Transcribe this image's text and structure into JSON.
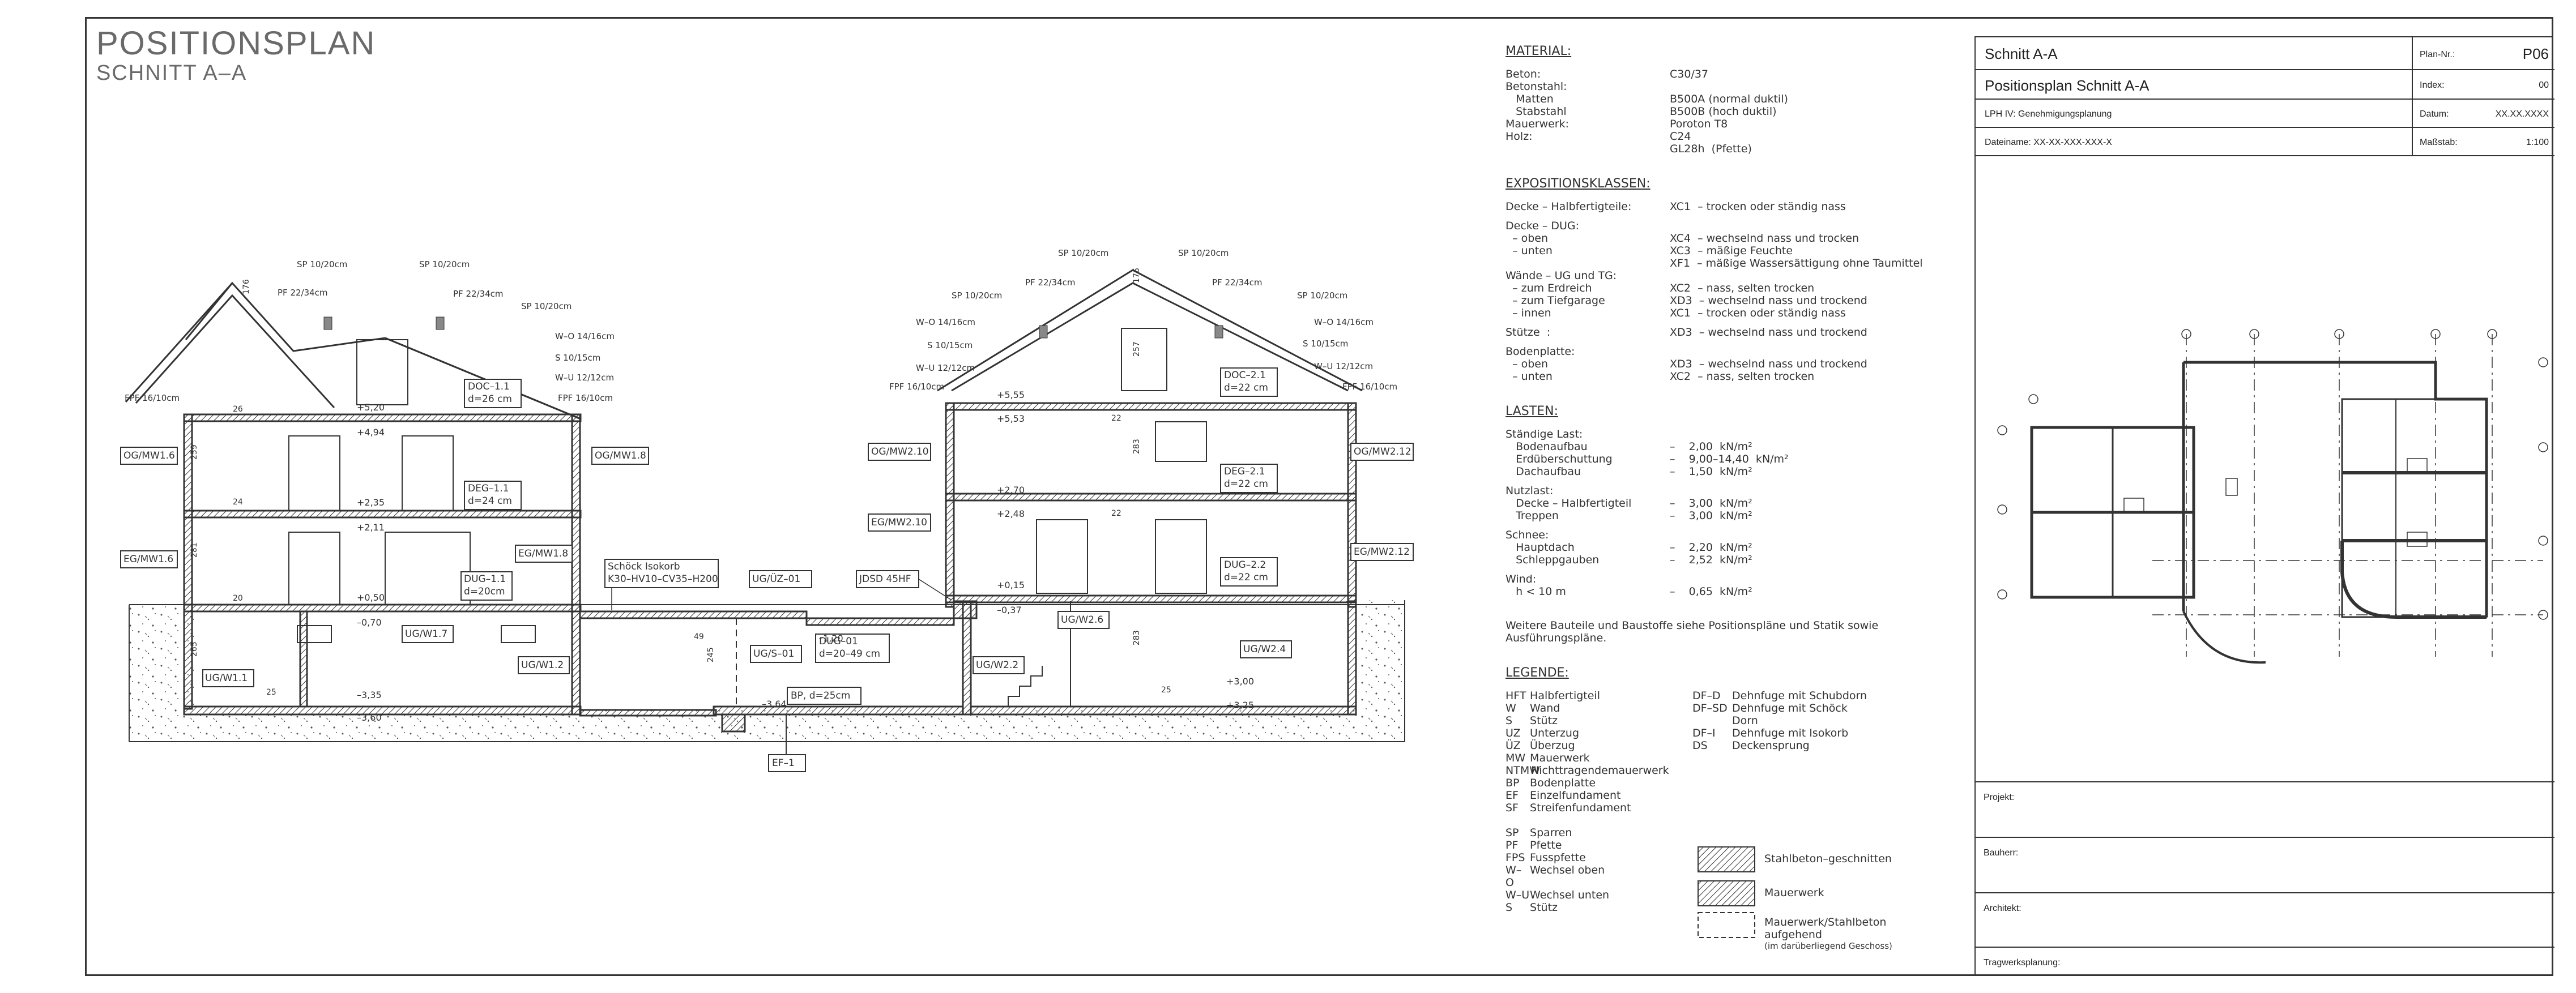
{
  "header": {
    "title": "POSITIONSPLAN",
    "subtitle": "SCHNITT A–A"
  },
  "section_labels": {
    "walls_left": [
      "OG/MW1.6",
      "EG/MW1.6",
      "OG/MW1.8",
      "EG/MW1.8",
      "UG/W1.1",
      "UG/W1.7",
      "UG/W1.2"
    ],
    "walls_right": [
      "OG/MW2.10",
      "EG/MW2.10",
      "OG/MW2.12",
      "EG/MW2.12",
      "UG/W2.6",
      "UG/W2.2",
      "UG/W2.4"
    ],
    "slabs": {
      "doc11": [
        "DOC–1.1",
        "d=26 cm"
      ],
      "deg11": [
        "DEG–1.1",
        "d=24 cm"
      ],
      "dug11": [
        "DUG–1.1",
        "d=20cm"
      ],
      "doc21": [
        "DOC–2.1",
        "d=22 cm"
      ],
      "deg21": [
        "DEG–2.1",
        "d=22 cm"
      ],
      "dug22": [
        "DUG–2.2",
        "d=22 cm"
      ],
      "dug01": [
        "DUG–01",
        "d=20–49 cm"
      ],
      "bp": "BP, d=25cm",
      "ef": "EF–1",
      "ugs": "UG/S–01",
      "ugdz": "UG/ÜZ–01",
      "jdsd": "JDSD 45HF",
      "schoeck": [
        "Schöck Isokorb",
        "K30–HV10–CV35–H200"
      ]
    },
    "roof_left": [
      "SP 10/20cm",
      "SP 10/20cm",
      "PF 22/34cm",
      "PF 22/34cm",
      "SP 10/20cm",
      "W–O 14/16cm",
      "S 10/15cm",
      "W–U 12/12cm",
      "FPF 16/10cm",
      "FPF 16/10cm"
    ],
    "roof_right": [
      "SP 10/20cm",
      "SP 10/20cm",
      "PF 22/34cm",
      "PF 22/34cm",
      "SP 10/20cm",
      "SP 10/20cm",
      "W–O 14/16cm",
      "S 10/15cm",
      "W–U 12/12cm",
      "FPF 16/10cm",
      "W–O 14/16cm",
      "S 10/15cm",
      "W–U 12/12cm",
      "FPF 16/10cm"
    ],
    "levels": [
      "+5,20",
      "+4,94",
      "+2,35",
      "+2,11",
      "+0,50",
      "–0,70",
      "–3,35",
      "–3,60",
      "+5,55",
      "+5,53",
      "+2,70",
      "+2,48",
      "+0,15",
      "–0,37",
      "–1,20",
      "–3,64",
      "+3,00",
      "+3,25"
    ],
    "dims": [
      "176",
      "259",
      "281",
      "265",
      "26",
      "24",
      "20",
      "25",
      "245",
      "49",
      "176",
      "257",
      "22",
      "283",
      "22",
      "283",
      "25"
    ]
  },
  "notes": {
    "material_title": "MATERIAL:",
    "material": [
      {
        "k": "Beton:",
        "v": "C30/37"
      },
      {
        "k": "Betonstahl:",
        "v": ""
      },
      {
        "k": "   Matten",
        "v": "B500A (normal duktil)"
      },
      {
        "k": "   Stabstahl",
        "v": "B500B (hoch duktil)"
      },
      {
        "k": "Mauerwerk:",
        "v": "Poroton T8"
      },
      {
        "k": "Holz:",
        "v": "C24"
      },
      {
        "k": "",
        "v": "GL28h  (Pfette)"
      }
    ],
    "expo_title": "EXPOSITIONSKLASSEN:",
    "expo": [
      {
        "k": "Decke – Halbfertigteile:",
        "v": "XC1  – trocken oder ständig nass"
      },
      {
        "k": "",
        "v": ""
      },
      {
        "k": "Decke – DUG:",
        "v": ""
      },
      {
        "k": "  – oben",
        "v": "XC4  – wechselnd nass und trocken"
      },
      {
        "k": "  – unten",
        "v": "XC3  – mäßige Feuchte"
      },
      {
        "k": "",
        "v": "XF1  – mäßige Wassersättigung ohne Taumittel"
      },
      {
        "k": "Wände – UG und TG:",
        "v": ""
      },
      {
        "k": "  – zum Erdreich",
        "v": "XC2  – nass, selten trocken"
      },
      {
        "k": "  – zum Tiefgarage",
        "v": "XD3  – wechselnd nass und trockend"
      },
      {
        "k": "  – innen",
        "v": "XC1  – trocken oder ständig nass"
      },
      {
        "k": "",
        "v": ""
      },
      {
        "k": "Stütze  :",
        "v": "XD3  – wechselnd nass und trockend"
      },
      {
        "k": "",
        "v": ""
      },
      {
        "k": "Bodenplatte:",
        "v": ""
      },
      {
        "k": "  – oben",
        "v": "XD3  – wechselnd nass und trockend"
      },
      {
        "k": "  – unten",
        "v": "XC2  – nass, selten trocken"
      }
    ],
    "lasten_title": "LASTEN:",
    "lasten": [
      {
        "k": "Ständige Last:",
        "v": ""
      },
      {
        "k": "   Bodenaufbau",
        "v": "–    2,00  kN/m²"
      },
      {
        "k": "   Erdüberschuttung",
        "v": "–    9,00–14,40  kN/m²"
      },
      {
        "k": "   Dachaufbau",
        "v": "–    1,50  kN/m²"
      },
      {
        "k": "",
        "v": ""
      },
      {
        "k": "Nutzlast:",
        "v": ""
      },
      {
        "k": "   Decke – Halbfertigteil",
        "v": "–    3,00  kN/m²"
      },
      {
        "k": "   Treppen",
        "v": "–    3,00  kN/m²"
      },
      {
        "k": "",
        "v": ""
      },
      {
        "k": "Schnee:",
        "v": ""
      },
      {
        "k": "   Hauptdach",
        "v": "–    2,20  kN/m²"
      },
      {
        "k": "   Schleppgauben",
        "v": "–    2,52  kN/m²"
      },
      {
        "k": "",
        "v": ""
      },
      {
        "k": "Wind:",
        "v": ""
      },
      {
        "k": "   h < 10 m",
        "v": "–    0,65  kN/m²"
      }
    ],
    "remark": "Weitere Bauteile und Baustoffe siehe Positionspläne und Statik sowie Ausführungspläne.",
    "legende_title": "LEGENDE:",
    "legende_left": [
      {
        "a": "HFT",
        "b": "Halbfertigteil"
      },
      {
        "a": "W",
        "b": "Wand"
      },
      {
        "a": "S",
        "b": "Stütz"
      },
      {
        "a": "UZ",
        "b": "Unterzug"
      },
      {
        "a": "ÜZ",
        "b": "Überzug"
      },
      {
        "a": "MW",
        "b": "Mauerwerk"
      },
      {
        "a": "NTMW",
        "b": "Nichttragendemauerwerk"
      },
      {
        "a": "BP",
        "b": "Bodenplatte"
      },
      {
        "a": "EF",
        "b": "Einzelfundament"
      },
      {
        "a": "SF",
        "b": "Streifenfundament"
      },
      {
        "a": "",
        "b": ""
      },
      {
        "a": "SP",
        "b": "Sparren"
      },
      {
        "a": "PF",
        "b": "Pfette"
      },
      {
        "a": "FPS",
        "b": "Fusspfette"
      },
      {
        "a": "W–O",
        "b": "Wechsel oben"
      },
      {
        "a": "W–U",
        "b": "Wechsel unten"
      },
      {
        "a": "S",
        "b": "Stütz"
      }
    ],
    "legende_right": [
      {
        "a": "DF–D",
        "b": "Dehnfuge mit Schubdorn"
      },
      {
        "a": "DF–SD",
        "b": "Dehnfuge mit Schöck"
      },
      {
        "a": "",
        "b": "Dorn"
      },
      {
        "a": "DF–I",
        "b": "Dehnfuge mit Isokorb"
      },
      {
        "a": "DS",
        "b": "Deckensprung"
      }
    ],
    "hatch_labels": [
      "Stahlbeton–geschnitten",
      "Mauerwerk",
      "Mauerwerk/Stahlbeton",
      "aufgehend",
      "(im darüberliegend Geschoss)"
    ]
  },
  "title_block": {
    "name": "Schnitt A-A",
    "plan_nr_label": "Plan-Nr.:",
    "plan_nr": "P06",
    "title": "Positionsplan Schnitt A-A",
    "index_label": "Index:",
    "index": "00",
    "phase": "LPH IV: Genehmigungsplanung",
    "datum_label": "Datum:",
    "datum": "XX.XX.XXXX",
    "dateiname": "Dateiname:  XX-XX-XXX-XXX-X",
    "massstab_label": "Maßstab:",
    "massstab": "1:100",
    "projekt": "Projekt:",
    "bauherr": "Bauherr:",
    "architekt": "Architekt:",
    "tragwerk": "Tragwerksplanung:"
  }
}
